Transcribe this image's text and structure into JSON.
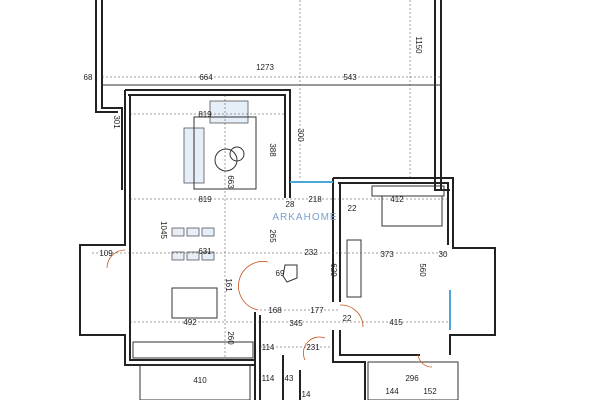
{
  "watermark": "ARKAHOME",
  "colors": {
    "walls": "#222222",
    "doors": "#c8551c",
    "windows": "#4aa8d8",
    "watermark": "#7a9fd0"
  },
  "dimensions": [
    "1150",
    "68",
    "1273",
    "664",
    "543",
    "301",
    "819",
    "388",
    "300",
    "663",
    "819",
    "28",
    "218",
    "22",
    "412",
    "1045",
    "109",
    "631",
    "265",
    "232",
    "373",
    "30",
    "629",
    "560",
    "69",
    "161",
    "168",
    "177",
    "22",
    "345",
    "415",
    "492",
    "260",
    "114",
    "231",
    "410",
    "114",
    "43",
    "296",
    "144",
    "152",
    "14"
  ]
}
